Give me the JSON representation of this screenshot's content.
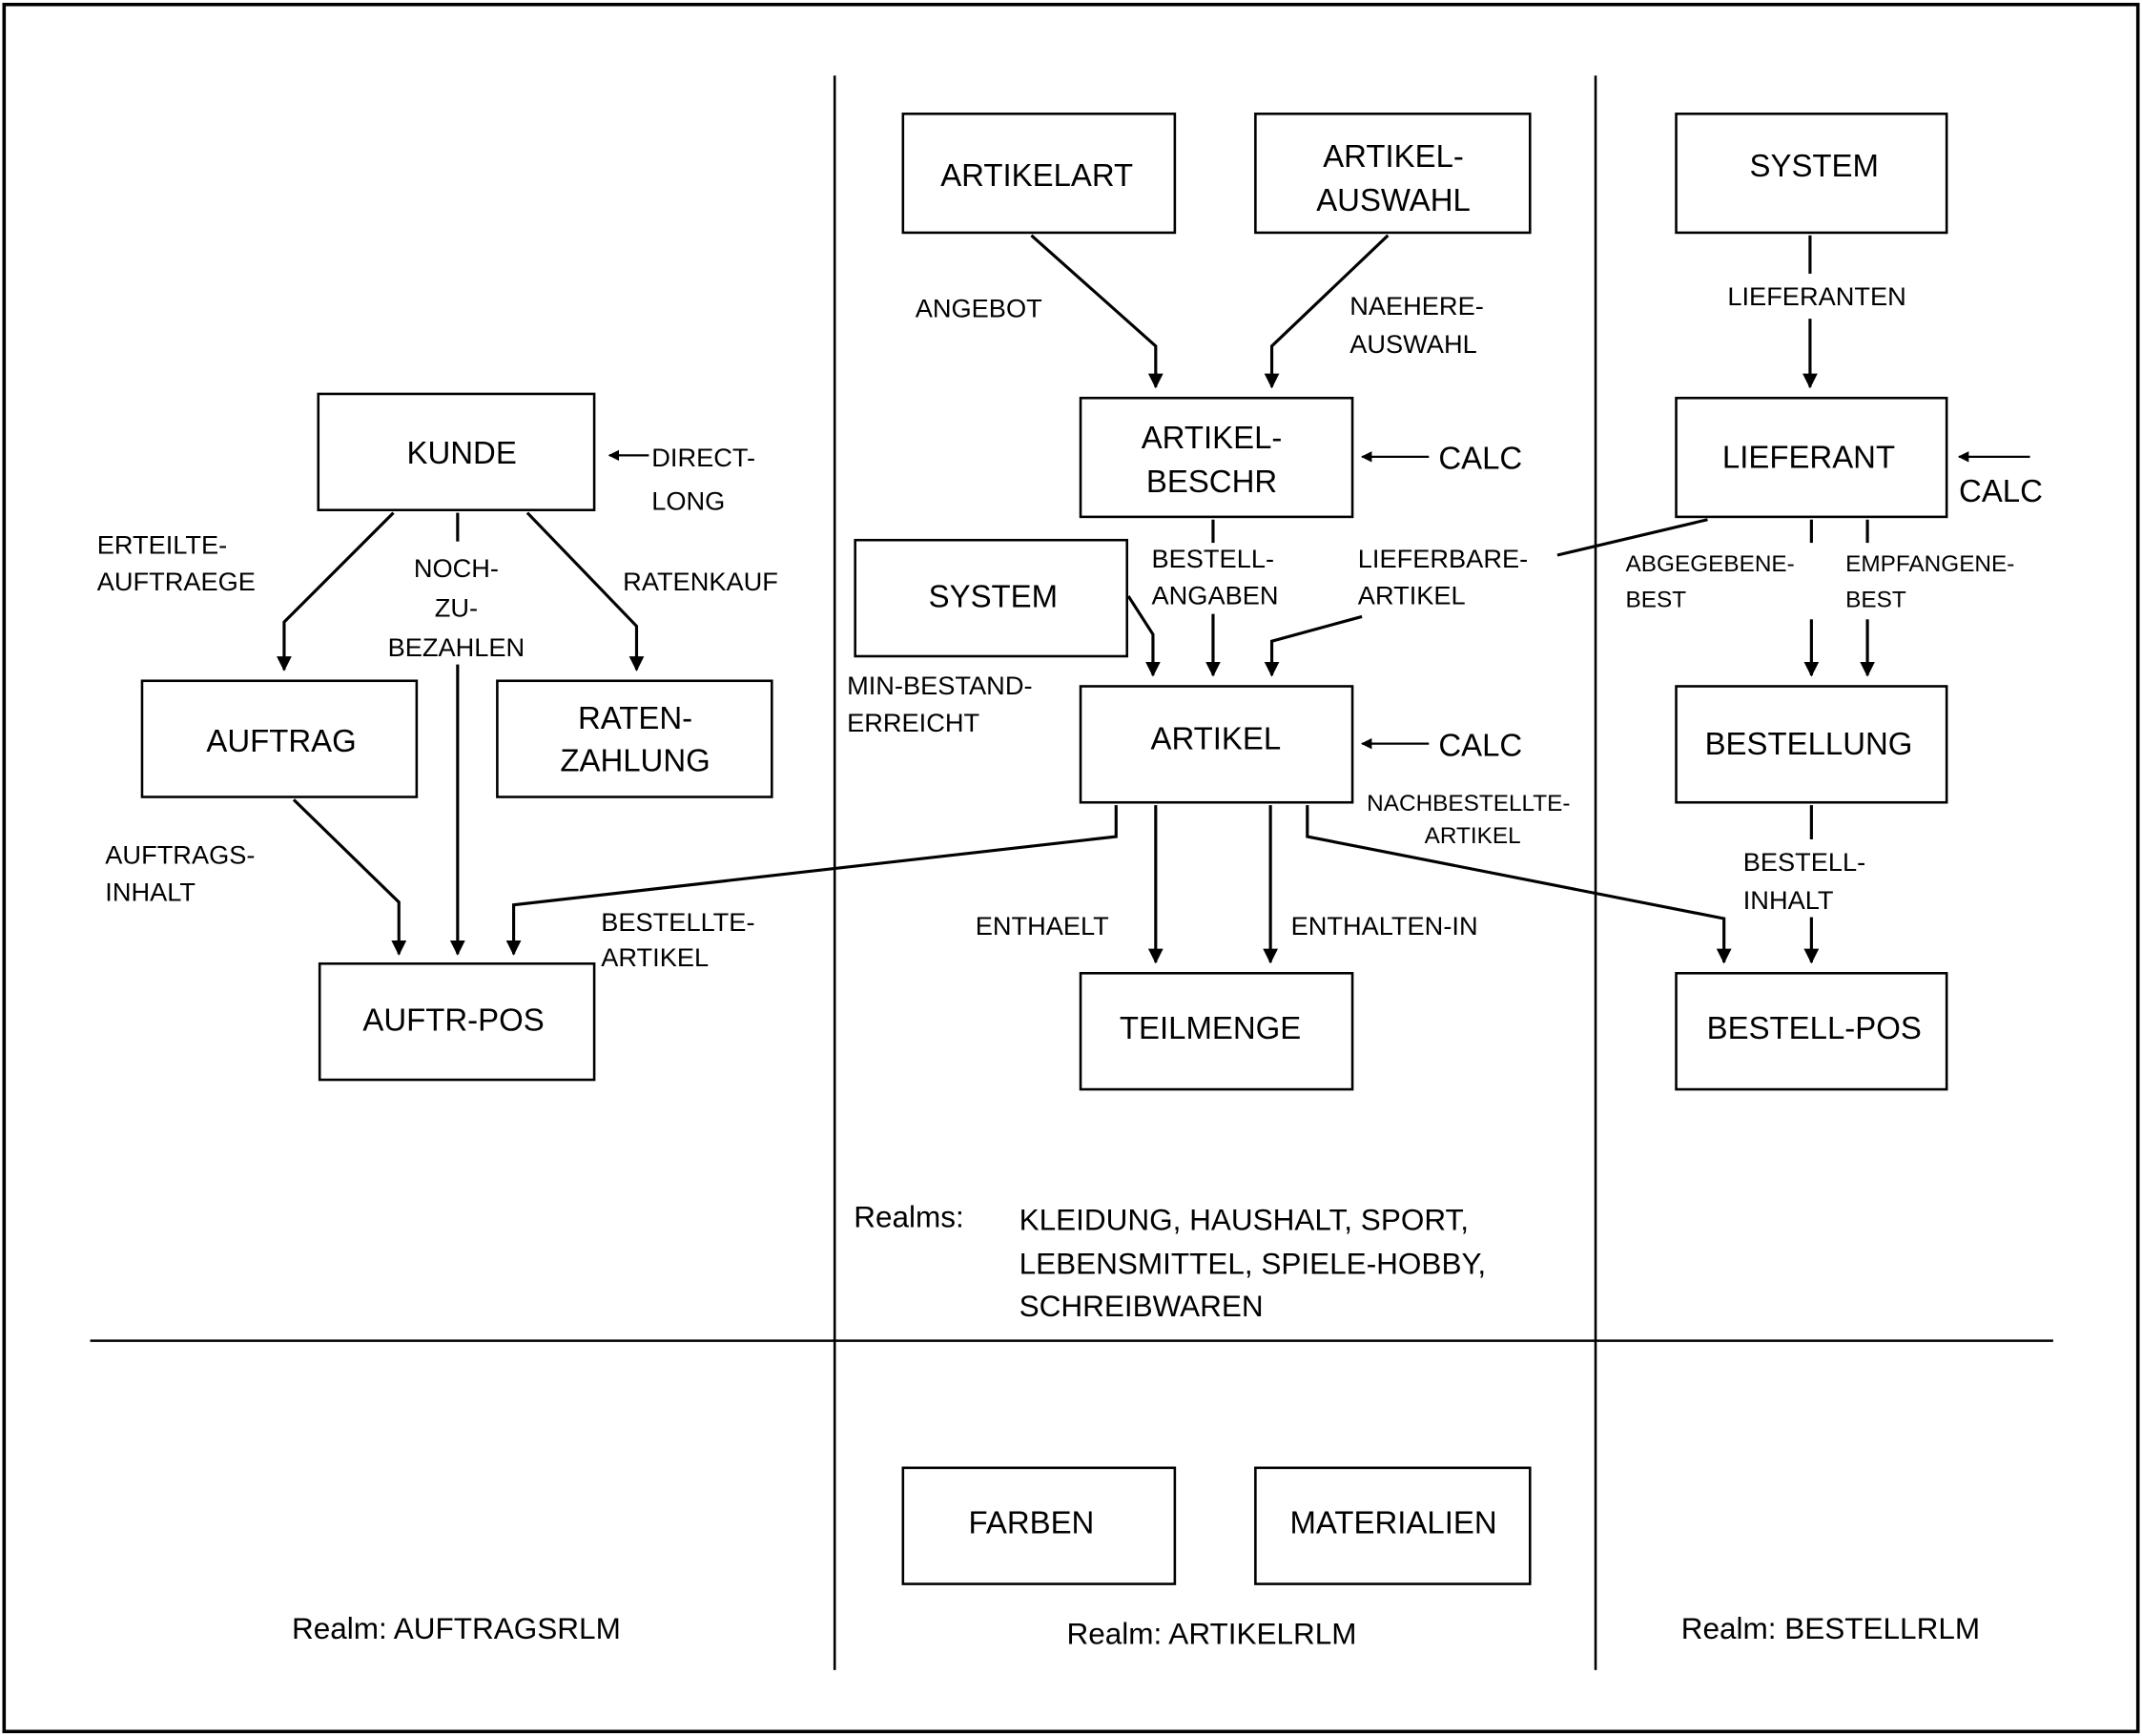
{
  "diagram": {
    "type": "database-schema-network",
    "nodes": {
      "kunde": "KUNDE",
      "auftrag": "AUFTRAG",
      "ratenzahlung": [
        "RATEN-",
        "ZAHLUNG"
      ],
      "auftr_pos": "AUFTR-POS",
      "artikelart": "ARTIKELART",
      "artikel_auswahl": [
        "ARTIKEL-",
        "AUSWAHL"
      ],
      "artikel_beschr": [
        "ARTIKEL-",
        "BESCHR"
      ],
      "system_mid": "SYSTEM",
      "artikel": "ARTIKEL",
      "teilmenge": "TEILMENGE",
      "system_right": "SYSTEM",
      "lieferant": "LIEFERANT",
      "bestellung": "BESTELLUNG",
      "bestell_pos": "BESTELL-POS",
      "farben": "FARBEN",
      "materialien": "MATERIALIEN"
    },
    "labels": {
      "direct_long": [
        "DIRECT-",
        "LONG"
      ],
      "erteilte_auftraege": [
        "ERTEILTE-",
        "AUFTRAEGE"
      ],
      "noch_zu_bezahlen": [
        "NOCH-",
        "ZU-",
        "BEZAHLEN"
      ],
      "ratenkauf": "RATENKAUF",
      "auftrags_inhalt": [
        "AUFTRAGS-",
        "INHALT"
      ],
      "bestellte_artikel": [
        "BESTELLTE-",
        "ARTIKEL"
      ],
      "angebot": "ANGEBOT",
      "naehere_auswahl": [
        "NAEHERE-",
        "AUSWAHL"
      ],
      "calc_beschr": "CALC",
      "bestell_angaben": [
        "BESTELL-",
        "ANGABEN"
      ],
      "lieferbare_artikel": [
        "LIEFERBARE-",
        "ARTIKEL"
      ],
      "min_bestand": [
        "MIN-BESTAND-",
        "ERREICHT"
      ],
      "calc_artikel": "CALC",
      "nachbestellte_artikel": [
        "NACHBESTELLTE-",
        "ARTIKEL"
      ],
      "enthaelt": "ENTHAELT",
      "enthalten_in": "ENTHALTEN-IN",
      "lieferanten": "LIEFERANTEN",
      "calc_lieferant": "CALC",
      "abgegebene_best": [
        "ABGEGEBENE-",
        "BEST"
      ],
      "empfangene_best": [
        "EMPFANGENE-",
        "BEST"
      ],
      "bestell_inhalt": [
        "BESTELL-",
        "INHALT"
      ]
    },
    "realms_note": {
      "prefix": "Realms:",
      "lines": [
        "KLEIDUNG, HAUSHALT, SPORT,",
        "LEBENSMITTEL, SPIELE-HOBBY,",
        "SCHREIBWAREN"
      ]
    },
    "realm_captions": {
      "left": "Realm: AUFTRAGSRLM",
      "middle": "Realm: ARTIKELRLM",
      "right": "Realm: BESTELLRLM"
    },
    "edges": [
      {
        "from": "KUNDE",
        "to": "AUFTRAG",
        "label": "ERTEILTE-AUFTRAEGE"
      },
      {
        "from": "KUNDE",
        "to": "AUFTR-POS",
        "label": "NOCH-ZU-BEZAHLEN"
      },
      {
        "from": "KUNDE",
        "to": "RATEN-ZAHLUNG",
        "label": "RATENKAUF"
      },
      {
        "from": "AUFTRAG",
        "to": "AUFTR-POS",
        "label": "AUFTRAGS-INHALT"
      },
      {
        "from": "ARTIKEL",
        "to": "AUFTR-POS",
        "label": "BESTELLTE-ARTIKEL"
      },
      {
        "from": "ARTIKELART",
        "to": "ARTIKEL-BESCHR",
        "label": "ANGEBOT"
      },
      {
        "from": "ARTIKEL-AUSWAHL",
        "to": "ARTIKEL-BESCHR",
        "label": "NAEHERE-AUSWAHL"
      },
      {
        "from": "SYSTEM",
        "to": "ARTIKEL",
        "label": "MIN-BESTAND-ERREICHT"
      },
      {
        "from": "ARTIKEL-BESCHR",
        "to": "ARTIKEL",
        "label": "BESTELL-ANGABEN"
      },
      {
        "from": "LIEFERANT",
        "to": "ARTIKEL",
        "label": "LIEFERBARE-ARTIKEL"
      },
      {
        "from": "ARTIKEL",
        "to": "TEILMENGE",
        "label": "ENTHAELT"
      },
      {
        "from": "ARTIKEL",
        "to": "TEILMENGE",
        "label": "ENTHALTEN-IN"
      },
      {
        "from": "ARTIKEL",
        "to": "BESTELL-POS",
        "label": "NACHBESTELLTE-ARTIKEL"
      },
      {
        "from": "SYSTEM",
        "to": "LIEFERANT",
        "label": "LIEFERANTEN"
      },
      {
        "from": "LIEFERANT",
        "to": "BESTELLUNG",
        "label": "ABGEGEBENE-BEST"
      },
      {
        "from": "LIEFERANT",
        "to": "BESTELLUNG",
        "label": "EMPFANGENE-BEST"
      },
      {
        "from": "BESTELLUNG",
        "to": "BESTELL-POS",
        "label": "BESTELL-INHALT"
      }
    ]
  }
}
